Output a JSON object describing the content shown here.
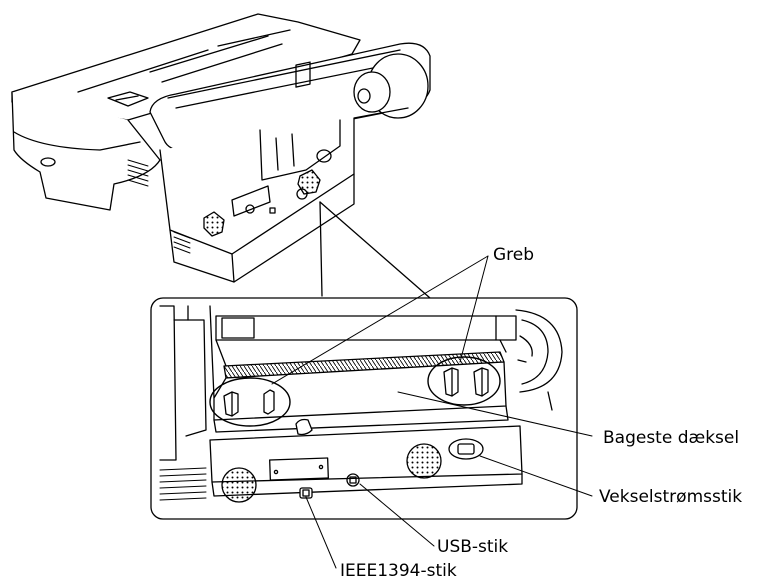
{
  "labels": {
    "greb": "Greb",
    "bageste_daeksel": "Bageste dæksel",
    "vekselstroemsstik": "Vekselstrømsstik",
    "usb_stik": "USB-stik",
    "ieee1394_stik": "IEEE1394-stik"
  }
}
